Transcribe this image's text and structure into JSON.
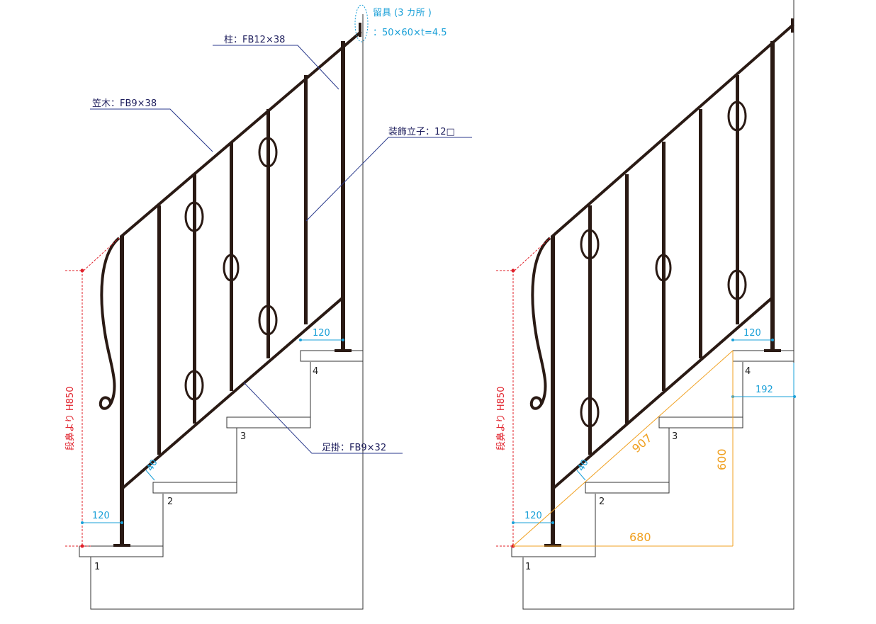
{
  "labels": {
    "bracket_title": "留具 (3 カ所 )",
    "bracket_spec": "：50×60×t=4.5",
    "post": "柱：FB12×38",
    "handrail": "笠木：FB9×38",
    "baluster": "装飾立子：12□",
    "bottom_rail": "足掛：FB9×32",
    "height_ref": "段鼻より H850"
  },
  "dimensions": {
    "post_offset": "120",
    "rail_offset": "40",
    "tread_depth": "192",
    "diag_length": "907",
    "rise_total": "600",
    "run_total": "680"
  },
  "steps": [
    "1",
    "2",
    "3",
    "4"
  ],
  "colors": {
    "iron": "#2a1a14",
    "leader": "#2a3a8c",
    "dimension": "#1aa0d8",
    "height": "#e0202a",
    "overall": "#f0a020"
  }
}
